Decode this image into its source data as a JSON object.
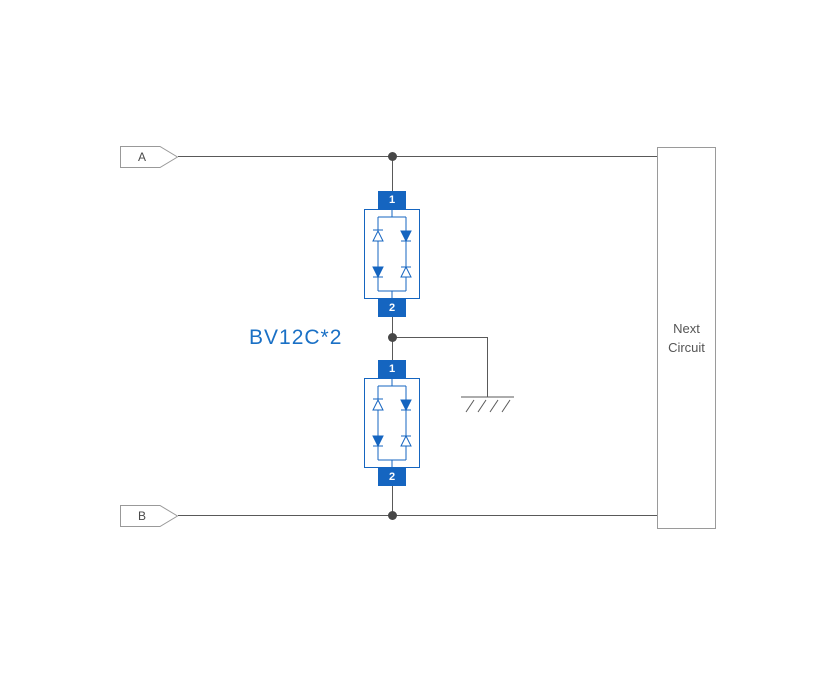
{
  "diagram": {
    "nets": {
      "a": "A",
      "b": "B"
    },
    "component_label": "BV12C*2",
    "modules": [
      {
        "pin_top": "1",
        "pin_bottom": "2"
      },
      {
        "pin_top": "1",
        "pin_bottom": "2"
      }
    ],
    "next_circuit": {
      "line1": "Next",
      "line2": "Circuit"
    },
    "colors": {
      "component_blue": "#1565c0",
      "label_blue": "#1a70c5",
      "wire_gray": "#595959"
    }
  }
}
